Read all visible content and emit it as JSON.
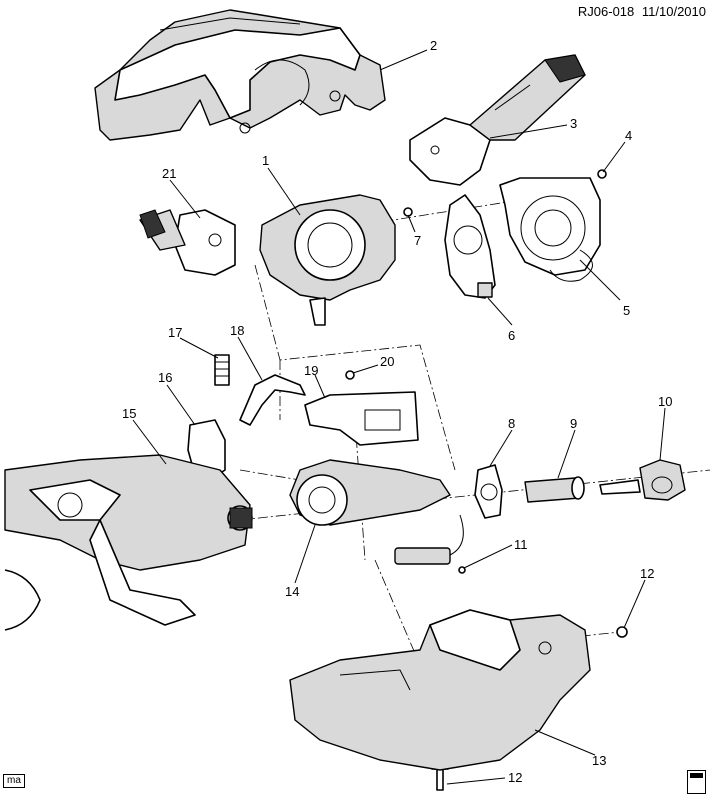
{
  "header": {
    "code": "RJ06-018",
    "date": "11/10/2010"
  },
  "corner_tag": "ma",
  "callouts": [
    {
      "id": "c1",
      "label": "1"
    },
    {
      "id": "c2",
      "label": "2"
    },
    {
      "id": "c3",
      "label": "3"
    },
    {
      "id": "c4",
      "label": "4"
    },
    {
      "id": "c5",
      "label": "5"
    },
    {
      "id": "c6",
      "label": "6"
    },
    {
      "id": "c7",
      "label": "7"
    },
    {
      "id": "c8",
      "label": "8"
    },
    {
      "id": "c9",
      "label": "9"
    },
    {
      "id": "c10",
      "label": "10"
    },
    {
      "id": "c11",
      "label": "11"
    },
    {
      "id": "c12a",
      "label": "12"
    },
    {
      "id": "c12b",
      "label": "12"
    },
    {
      "id": "c13",
      "label": "13"
    },
    {
      "id": "c14",
      "label": "14"
    },
    {
      "id": "c15",
      "label": "15"
    },
    {
      "id": "c16",
      "label": "16"
    },
    {
      "id": "c17",
      "label": "17"
    },
    {
      "id": "c18",
      "label": "18"
    },
    {
      "id": "c19",
      "label": "19"
    },
    {
      "id": "c20",
      "label": "20"
    },
    {
      "id": "c21",
      "label": "21"
    }
  ],
  "logo": {
    "icon": "gm-parts-logo-icon"
  }
}
